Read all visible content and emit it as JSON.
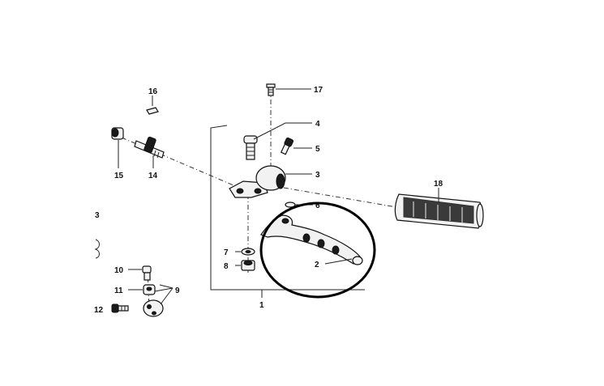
{
  "diagram": {
    "labels": {
      "p1": "1",
      "p2": "2",
      "p3": "3",
      "p4": "4",
      "p5": "5",
      "p6": "6",
      "p7": "7",
      "p8": "8",
      "p9": "9",
      "p10": "10",
      "p11": "11",
      "p12": "12",
      "p13": "3",
      "p14": "14",
      "p15": "15",
      "p16": "16",
      "p17": "17",
      "p18": "18"
    },
    "highlight_color": "#000000"
  }
}
